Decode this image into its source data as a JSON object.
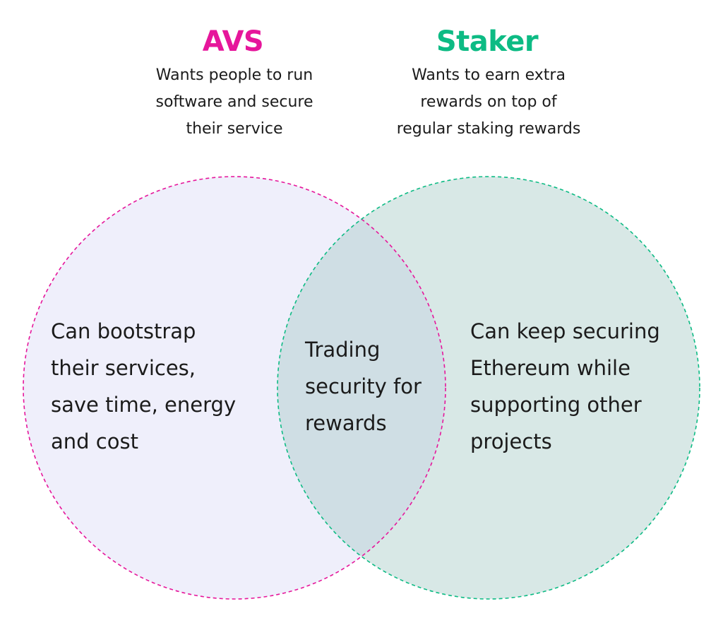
{
  "colors": {
    "avs_accent": "#e6169b",
    "staker_accent": "#0dbb84",
    "avs_fill": "#efeffb",
    "staker_fill": "#d8e8e6",
    "overlap_fill": "#cfdee4"
  },
  "avs": {
    "title": "AVS",
    "subtitle_lines": [
      "Wants people to run",
      "software and secure",
      "their service"
    ],
    "region_lines": [
      "Can bootstrap",
      "their services,",
      "save time, energy",
      "and cost"
    ]
  },
  "staker": {
    "title": "Staker",
    "subtitle_lines": [
      "Wants to earn extra",
      "rewards on top of",
      "regular staking rewards"
    ],
    "region_lines": [
      "Can keep securing",
      "Ethereum while",
      "supporting other",
      "projects"
    ]
  },
  "overlap": {
    "region_lines": [
      "Trading",
      "security for",
      "rewards"
    ]
  }
}
